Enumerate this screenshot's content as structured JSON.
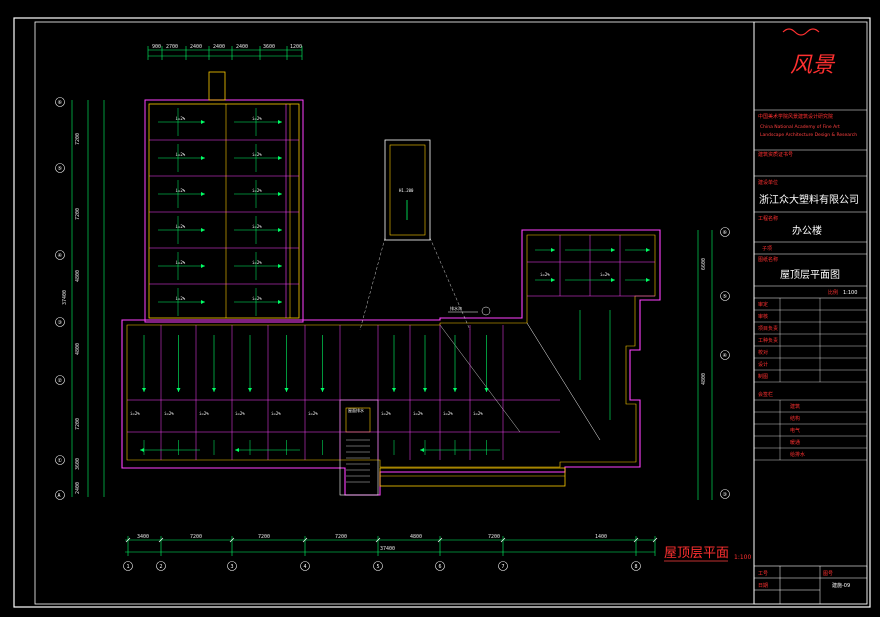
{
  "drawing": {
    "caption": "屋顶层平面",
    "caption_scale": "1:100",
    "top_dims": [
      "900",
      "2700",
      "2400",
      "2400",
      "2400",
      "3600",
      "1200"
    ],
    "bottom_dims": [
      "3400",
      "7200",
      "7200",
      "7200",
      "4800",
      "7200",
      "1400"
    ],
    "bottom_total": "37400",
    "left_dims": [
      "7200",
      "7200",
      "4800",
      "4800",
      "7200",
      "3600",
      "2400"
    ],
    "left_total": "37400",
    "right_dims": [
      "6600",
      "4800"
    ],
    "grid_left": [
      "⑥",
      "⑤",
      "④",
      "③",
      "②",
      "①",
      "A"
    ],
    "grid_right": [
      "⑥",
      "⑤",
      "④",
      "③"
    ],
    "grid_bottom": [
      "1",
      "2",
      "3",
      "4",
      "5",
      "6",
      "7",
      "8"
    ],
    "slope_label": "i=2%",
    "small_label_1": "排水沟",
    "small_label_2": "H1.200",
    "small_label_3": "屋面排水",
    "red_line_1": "中国美术学院风景建筑设计研究院",
    "red_line_2": "China National Academy of Fine Art",
    "red_line_3": "Landscape Architecture Design & Research"
  },
  "title_block": {
    "logo_text": "风景",
    "header_red": "中国美术学院风景建筑设计研究院",
    "header_sub": "China National Academy of Fine Art",
    "cert_label": "建筑资质证书号",
    "client_label": "建设单位",
    "client": "浙江众大塑料有限公司",
    "project_label": "工程名称",
    "project": "办公楼",
    "sub_label": "子项",
    "drawing_label": "图纸名称",
    "drawing_name": "屋顶层平面图",
    "scale_label": "比例",
    "scale": "1:100",
    "rows": [
      "审定",
      "审核",
      "项目负责",
      "工种负责",
      "校对",
      "设计",
      "制图"
    ],
    "sign_rows": [
      "会签栏",
      "建筑",
      "结构",
      "电气",
      "暖通",
      "给排水"
    ],
    "bottom_rows": [
      "工号",
      "日期"
    ],
    "sheet_label": "图号",
    "sheet": "建施-09"
  },
  "colors": {
    "frame": "#ffffff",
    "wall": "#ff40ff",
    "parapet": "#ffcc00",
    "grid": "#ff4040",
    "dims": "#00ff66",
    "arrow": "#00ff66",
    "caption": "#ff4040"
  }
}
